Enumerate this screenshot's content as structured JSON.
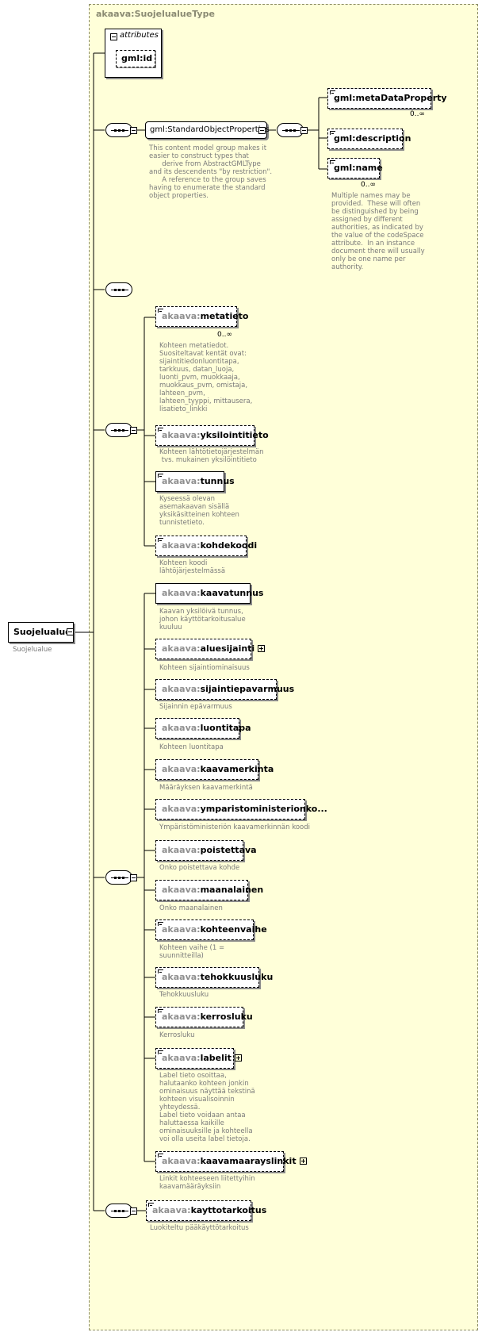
{
  "type_name": "akaava:SuojelualueType",
  "root": {
    "label": "Suojelualue",
    "annotation": "Suojelualue"
  },
  "attributes": {
    "title": "attributes",
    "id": "gml:id"
  },
  "standard_group": {
    "label": "gml:StandardObjectProperties",
    "annotation": "This content model group makes it\neasier to construct types that\n      derive from AbstractGMLType\nand its descendents \"by restriction\".\n      A reference to the group saves\nhaving to enumerate the standard\nobject properties.",
    "children": [
      {
        "label": "gml:metaDataProperty",
        "card": "0..∞"
      },
      {
        "label": "gml:description"
      },
      {
        "label": "gml:name",
        "card": "0..∞",
        "annotation": "Multiple names may be\nprovided.  These will often\nbe distinguished by being\nassigned by different\nauthorities, as indicated by\nthe value of the codeSpace\nattribute.  In an instance\ndocument there will usually\nonly be one name per\nauthority."
      }
    ]
  },
  "group2": [
    {
      "ns": "akaava:",
      "name": "metatieto",
      "card": "0..∞",
      "annotation": "Kohteen metatiedot.\nSuositeltavat kentät ovat:\nsijaintitiedonluontitapa,\ntarkkuus, datan_luoja,\nluonti_pvm, muokkaaja,\nmuokkaus_pvm, omistaja,\nlahteen_pvm,\nlahteen_tyyppi, mittausera,\nlisatieto_linkki"
    },
    {
      "ns": "akaava:",
      "name": "yksilointitieto",
      "annotation": "Kohteen lähtötietojärjestelmän\n tvs. mukainen yksilöintitieto"
    },
    {
      "ns": "akaava:",
      "name": "tunnus",
      "annotation": "Kyseessä olevan\nasemakaavan sisällä\nyksikäsitteinen kohteen\ntunnistetieto."
    },
    {
      "ns": "akaava:",
      "name": "kohdekoodi",
      "annotation": "Kohteen koodi\nlähtöjärjestelmässä"
    }
  ],
  "group3": [
    {
      "ns": "akaava:",
      "name": "kaavatunnus",
      "annotation": "Kaavan yksilöivä tunnus,\njohon käyttötarkoitusalue\nkuuluu"
    },
    {
      "ns": "akaava:",
      "name": "aluesijainti",
      "annotation": "Kohteen sijaintiominaisuus"
    },
    {
      "ns": "akaava:",
      "name": "sijaintiepavarmuus",
      "annotation": "Sijainnin epävarmuus"
    },
    {
      "ns": "akaava:",
      "name": "luontitapa",
      "annotation": "Kohteen luontitapa"
    },
    {
      "ns": "akaava:",
      "name": "kaavamerkinta",
      "annotation": "Määräyksen kaavamerkintä"
    },
    {
      "ns": "akaava:",
      "name": "ymparistoministerionko...",
      "annotation": "Ympäristöministeriön kaavamerkinnän koodi"
    },
    {
      "ns": "akaava:",
      "name": "poistettava",
      "annotation": "Onko poistettava kohde"
    },
    {
      "ns": "akaava:",
      "name": "maanalainen",
      "annotation": "Onko maanalainen"
    },
    {
      "ns": "akaava:",
      "name": "kohteenvaihe",
      "annotation": "Kohteen vaihe (1 =\nsuunnitteilla)"
    },
    {
      "ns": "akaava:",
      "name": "tehokkuusluku",
      "annotation": "Tehokkuusluku"
    },
    {
      "ns": "akaava:",
      "name": "kerrosluku",
      "annotation": "Kerrosluku"
    },
    {
      "ns": "akaava:",
      "name": "labelit",
      "annotation": "Label tieto osoittaa,\nhalutaanko kohteen jonkin\nominaisuus näyttää tekstinä\nkohteen visualisoinnin\nyhteydessä.\nLabel tieto voidaan antaa\nhaluttaessa kaikille\nominaisuuksille ja kohteella\nvoi olla useita label tietoja."
    },
    {
      "ns": "akaava:",
      "name": "kaavamaarayslinkit",
      "annotation": "Linkit kohteeseen liitettyihin\nkaavamääräyksiin"
    }
  ],
  "group4": [
    {
      "ns": "akaava:",
      "name": "kayttotarkoitus",
      "annotation": "Luokiteltu pääkäyttötarkoitus"
    }
  ]
}
